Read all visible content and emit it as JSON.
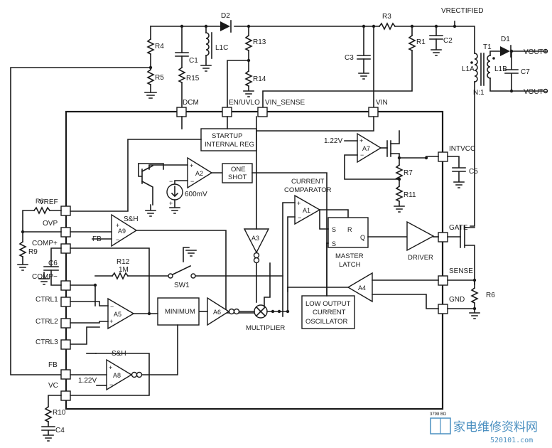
{
  "pins": {
    "dcm": "DCM",
    "en_uvlo": "EN/UVLO",
    "vin_sense": "VIN_SENSE",
    "vin": "VIN",
    "vref": "VREF",
    "ovp": "OVP",
    "comp_plus": "COMP+",
    "comp_minus": "COMP−",
    "ctrl1": "CTRL1",
    "ctrl2": "CTRL2",
    "ctrl3": "CTRL3",
    "fb": "FB",
    "vc": "VC",
    "intvcc": "INTVCC",
    "gate": "GATE",
    "sense": "SENSE",
    "gnd": "GND"
  },
  "ext": {
    "r4": "R4",
    "r5": "R5",
    "c1": "C1",
    "r15": "R15",
    "l1c": "L1C",
    "d2": "D2",
    "r13": "R13",
    "r14": "R14",
    "c3": "C3",
    "r3": "R3",
    "r1": "R1",
    "c2": "C2",
    "vrect": "VRECTIFIED",
    "t1": "T1",
    "d1": "D1",
    "l1a": "L1A",
    "l1b": "L1B",
    "c7": "C7",
    "vout_p": "VOUT+",
    "vout_m": "VOUT−",
    "ratio": "N:1",
    "r8": "R8",
    "r9": "R9",
    "c6": "C6",
    "r10": "R10",
    "c4": "C4",
    "c5": "C5",
    "r6": "R6"
  },
  "blocks": {
    "startup_1": "STARTUP",
    "startup_2": "INTERNAL REG",
    "oneshot_1": "ONE",
    "oneshot_2": "SHOT",
    "minimum": "MINIMUM",
    "multiplier": "MULTIPLIER",
    "oscillator_1": "LOW OUTPUT",
    "oscillator_2": "CURRENT",
    "oscillator_3": "OSCILLATOR",
    "latch_label_1": "MASTER",
    "latch_label_2": "LATCH",
    "comparator_1": "CURRENT",
    "comparator_2": "COMPARATOR",
    "driver": "DRIVER",
    "latch_s": "S",
    "latch_r": "R",
    "latch_q": "Q",
    "latch_s2": "S"
  },
  "amps": {
    "a1": "A1",
    "a2": "A2",
    "a3": "A3",
    "a4": "A4",
    "a5": "A5",
    "a6": "A6",
    "a7": "A7",
    "a8": "A8",
    "a9": "A9"
  },
  "labels": {
    "v122_top": "1.22V",
    "v600": "600mV",
    "r7": "R7",
    "r11": "R11",
    "sh1": "S&H",
    "sh2": "S&H",
    "fb_in": "FB",
    "r12": "R12",
    "r12v": "1M",
    "sw1": "SW1",
    "v122_bot": "1.22V",
    "figure_id": "3798 BD"
  },
  "watermark": {
    "text": "家电维修资料网",
    "url": "520101.com"
  }
}
